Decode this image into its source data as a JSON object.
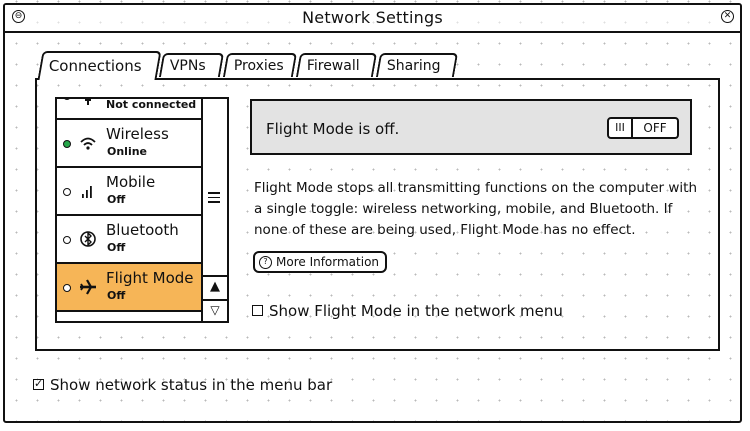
{
  "window": {
    "title": "Network Settings"
  },
  "tabs": [
    {
      "label": "Connections"
    },
    {
      "label": "VPNs"
    },
    {
      "label": "Proxies"
    },
    {
      "label": "Firewall"
    },
    {
      "label": "Sharing"
    }
  ],
  "connections": [
    {
      "name": "Not connected",
      "status": "",
      "icon": "ethernet-icon"
    },
    {
      "name": "Wireless",
      "status": "Online",
      "icon": "wifi-icon"
    },
    {
      "name": "Mobile",
      "status": "Off",
      "icon": "signal-bars-icon"
    },
    {
      "name": "Bluetooth",
      "status": "Off",
      "icon": "bluetooth-icon"
    },
    {
      "name": "Flight Mode",
      "status": "Off",
      "icon": "airplane-icon"
    }
  ],
  "flight_mode": {
    "state_text": "Flight Mode is off.",
    "toggle_glyph": "III",
    "toggle_value": "OFF",
    "description": "Flight Mode stops all transmitting functions on the computer with a single toggle: wireless networking, mobile, and Bluetooth. If none of these are being used, Flight Mode has no effect.",
    "more_info_label": "More Information",
    "show_in_menu_label": "Show Flight Mode in the network menu"
  },
  "footer": {
    "show_status_label": "Show network status in the menu bar"
  },
  "colors": {
    "selected_row": "#f6b557",
    "online_indicator": "#26a64a",
    "status_panel": "#e3e3e3"
  }
}
